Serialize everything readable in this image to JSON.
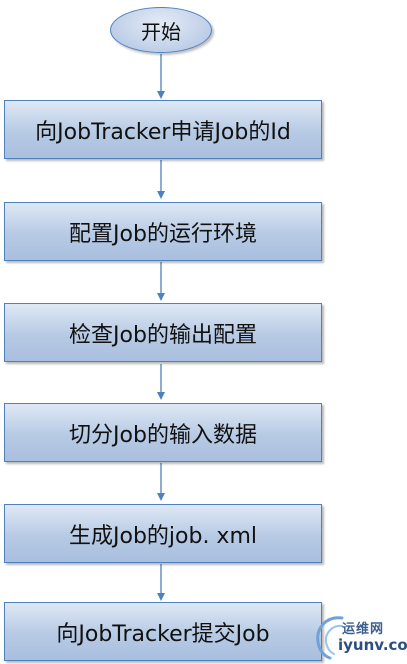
{
  "diagram": {
    "start": "开始",
    "steps": [
      "向JobTracker申请Job的Id",
      "配置Job的运行环境",
      "检查Job的输出配置",
      "切分Job的输入数据",
      "生成Job的job. xml",
      "向JobTracker提交Job"
    ]
  },
  "watermark": {
    "top_text": "运维网",
    "bottom_text": "iyunv.com"
  },
  "colors": {
    "border": "#4f81bd",
    "arrow": "#4f81bd",
    "box_fill": "#b7cae4"
  }
}
